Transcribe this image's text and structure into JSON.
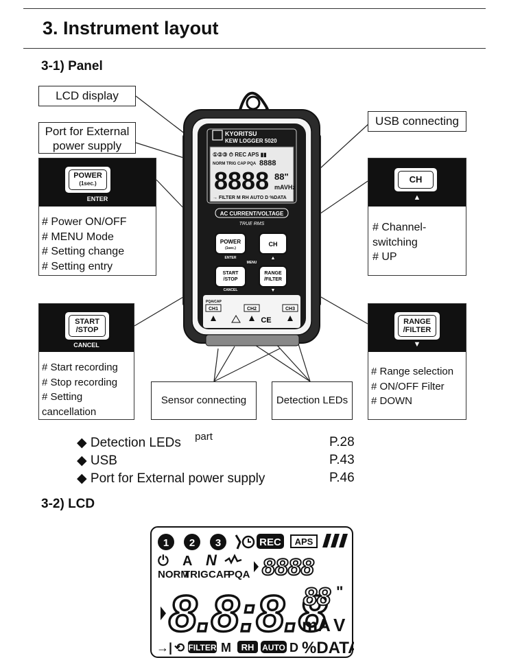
{
  "section": {
    "title": "3. Instrument layout"
  },
  "panel": {
    "heading": "3-1) Panel"
  },
  "labels": {
    "lcd_display": "LCD display",
    "external_power": [
      "Port for External",
      "power supply"
    ],
    "usb_connecting": "USB connecting",
    "sensor_part": "Sensor connecting part",
    "detection_leds": "Detection LEDs"
  },
  "power_callout": {
    "key_main": "POWER",
    "key_small": "(1sec.)",
    "key_sub": "ENTER",
    "lines": [
      "# Power ON/OFF",
      "# MENU Mode",
      "# Setting change",
      "# Setting entry"
    ]
  },
  "ch_callout": {
    "key_main": "CH",
    "arrow": "▲",
    "lines": [
      "# Channel-switching",
      "# UP"
    ]
  },
  "start_callout": {
    "key_main": "START",
    "key_main2": "/STOP",
    "key_sub": "CANCEL",
    "lines": [
      "# Start recording",
      "# Stop recording",
      "# Setting cancellation"
    ]
  },
  "range_callout": {
    "key_main": "RANGE",
    "key_main2": "/FILTER",
    "arrow": "▼",
    "lines": [
      "# Range selection",
      "# ON/OFF Filter",
      "# DOWN"
    ]
  },
  "device": {
    "brand": "KYORITSU",
    "model": "KEW LOGGER 5020",
    "ac_label": "AC CURRENT/VOLTAGE",
    "true_rms": "TRUE RMS",
    "btn_power": "POWER",
    "btn_power_small": "(1sec.)",
    "btn_power_sub": "ENTER",
    "btn_ch": "CH",
    "btn_start": "START",
    "btn_stop": "/STOP",
    "btn_cancel": "CANCEL",
    "btn_range": "RANGE",
    "btn_filter": "/FILTER",
    "menu": "MENU",
    "pqa_cap": "PQA/CAP",
    "ch1": "CH1",
    "ch2": "CH2",
    "ch3": "CH3",
    "ce": "CE"
  },
  "references": [
    {
      "label": "Detection LEDs",
      "page": "P.28"
    },
    {
      "label": "USB",
      "page": "P.43"
    },
    {
      "label": "Port for External power supply",
      "page": "P.46"
    }
  ],
  "lcd": {
    "heading": "3-2) LCD",
    "circle1": "1",
    "circle2": "2",
    "circle3": "3",
    "rec": "REC",
    "aps": "APS",
    "norm": "NORM",
    "trig": "TRIG",
    "cap": "CAP",
    "pqa": "PQA",
    "big_digits": "8.8:8.8",
    "small_digits": "8888",
    "sup_digits": "88",
    "unit_ma": "mA",
    "unit_v": "V",
    "filter": "FILTER",
    "m": "M",
    "rh": "RH",
    "auto": "AUTO",
    "d": "D",
    "pct_data": "%DATA"
  }
}
